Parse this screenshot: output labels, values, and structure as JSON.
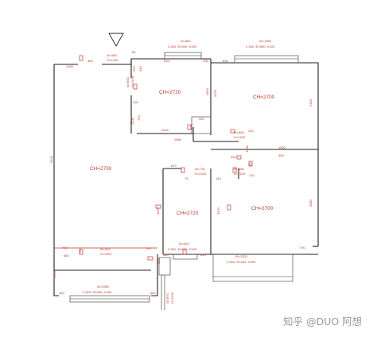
{
  "rooms": {
    "top_middle": "CH=2720",
    "top_right": "CH=2700",
    "left_large": "CH=2700",
    "middle_lower": "CH=2720",
    "right_lower": "CH=2700"
  },
  "windows": {
    "top_mid_w": "W=860",
    "top_mid_spec": "2,300, Φ1500, 5'400",
    "top_right_w": "W=1380",
    "top_right_spec": "2,300, Φ1500, 5'400",
    "mid_lower_w": "W=810",
    "mid_lower_spec": "2,300, Φ1500, 5'400",
    "right_lower_w": "W=3320",
    "right_lower_spec": "2,300, Φ1500, 5'400",
    "bottom_left_w": "W=3360",
    "bottom_left_spec": "2,300, Φ1800, 5'400"
  },
  "doors": {
    "entry_w": "W=980",
    "entry_h": "H=2100",
    "left_mid_w": "W=910",
    "left_mid_h": "H=2300",
    "d1_w": "W=850",
    "d1_h": "H=2100",
    "d2_w": "W=850",
    "d2_h": "H=2100",
    "d3_w": "W=730",
    "d3_h": "H=2100",
    "d4_w": "W=800",
    "d4_h": "H=2100",
    "d5_w": "W=870",
    "d5_h": "H=2100"
  },
  "dims": {
    "d360": "360",
    "d80": "80",
    "d1100": "1100",
    "d230": "230",
    "d830": "830",
    "d1260": "1260",
    "d690": "690",
    "d630": "630",
    "d200": "200",
    "d1200": "1200",
    "d750": "750",
    "d1810": "1810",
    "d2320": "2320",
    "d2400": "2400",
    "d1640": "1640",
    "d300": "300",
    "d570": "570",
    "d2860": "2860",
    "d310": "310",
    "d1030": "1030",
    "d1820": "1820",
    "d440": "440",
    "d350": "350",
    "d90": "90",
    "d210": "210",
    "d870": "870",
    "d75": "75",
    "d140": "140",
    "d5400": "5400",
    "d3600": "3600",
    "d3420": "3420",
    "d3080": "3080",
    "d700a": "700",
    "d340": "340",
    "d700b": "700",
    "d680": "680",
    "d160": "160",
    "d610": "610",
    "d320": "320",
    "d1330": "1330",
    "d450": "450",
    "d480": "480",
    "d700c": "700"
  },
  "watermark": "知乎 @DUO 阿想"
}
